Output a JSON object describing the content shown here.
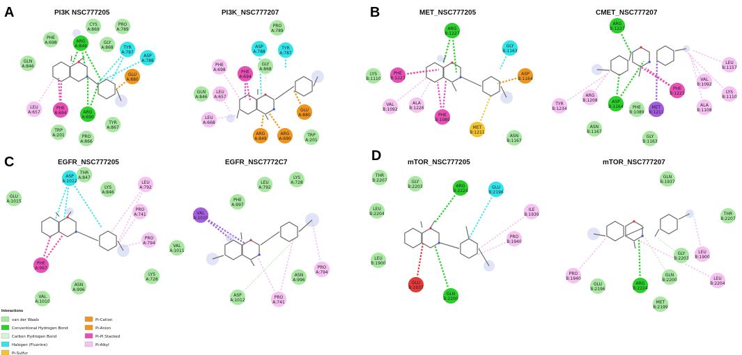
{
  "colors": {
    "vdw": "#a9e7a3",
    "hbond": "#2bd02b",
    "carbon_hbond": "#d6f4d2",
    "halogen": "#30e6ea",
    "pi_sulfur": "#f4c430",
    "pi_cation": "#f0961e",
    "pi_anion": "#f0961e",
    "pi_pi_stacked": "#e94fb6",
    "pi_alkyl": "#f6c2f1",
    "pi_sigma": "#a45de0",
    "unfavorable": "#e43a3a",
    "ligand": "#6a6a6a",
    "halo": "#c9ccee"
  },
  "panels": [
    {
      "letter": "A",
      "title_left": "PI3K  NSC777205",
      "title_right": "PI3K_NSC777207"
    },
    {
      "letter": "B",
      "title_left": "MET_NSC777205",
      "title_right": "CMET_NSC777207"
    },
    {
      "letter": "C",
      "title_left": "EGFR_NSC777205",
      "title_right": "EGFR_NSC7772C7"
    },
    {
      "letter": "D",
      "title_left": "mTOR_NSC777205",
      "title_right": "mTOR_NSC777207"
    }
  ],
  "legend": {
    "heading": "Interactions",
    "items": [
      {
        "label": "van der Waals",
        "type": "vdw"
      },
      {
        "label": "Conventional Hydrogen Bond",
        "type": "hbond"
      },
      {
        "label": "Carbon Hydrogen Bond",
        "type": "carbon_hbond"
      },
      {
        "label": "Halogen (Fluorine)",
        "type": "halogen"
      },
      {
        "label": "Pi-Sulfur",
        "type": "pi_sulfur"
      },
      {
        "label": "Pi-Cation",
        "type": "pi_cation"
      },
      {
        "label": "Pi-Anion",
        "type": "pi_anion"
      },
      {
        "label": "Pi-Pi Stacked",
        "type": "pi_pi_stacked"
      },
      {
        "label": "Pi-Alkyl",
        "type": "pi_alkyl"
      }
    ]
  },
  "diagrams": [
    {
      "id": "A-left",
      "residues": [
        {
          "l1": "PHE",
          "l2": "A:698",
          "type": "vdw"
        },
        {
          "l1": "CYS",
          "l2": "A:869",
          "type": "vdw"
        },
        {
          "l1": "PRO",
          "l2": "A:789",
          "type": "vdw"
        },
        {
          "l1": "GLY",
          "l2": "A:868",
          "type": "vdw"
        },
        {
          "l1": "ARG",
          "l2": "A:849",
          "type": "hbond"
        },
        {
          "l1": "TYR",
          "l2": "A:787",
          "type": "halogen"
        },
        {
          "l1": "ASP",
          "l2": "A:788",
          "type": "halogen"
        },
        {
          "l1": "GLN",
          "l2": "A:846",
          "type": "vdw"
        },
        {
          "l1": "GLU",
          "l2": "A:880",
          "type": "pi_cation"
        },
        {
          "l1": "LEU",
          "l2": "A:657",
          "type": "pi_alkyl"
        },
        {
          "l1": "PHE",
          "l2": "A:694",
          "type": "pi_pi_stacked"
        },
        {
          "l1": "ARG",
          "l2": "A:690",
          "type": "hbond"
        },
        {
          "l1": "TYR",
          "l2": "A:867",
          "type": "vdw"
        },
        {
          "l1": "TRP",
          "l2": "A:201",
          "type": "vdw"
        },
        {
          "l1": "PRO",
          "l2": "A:866",
          "type": "vdw"
        }
      ]
    },
    {
      "id": "A-right",
      "residues": [
        {
          "l1": "PRO",
          "l2": "A:789",
          "type": "vdw"
        },
        {
          "l1": "ASP",
          "l2": "A:788",
          "type": "halogen"
        },
        {
          "l1": "TYR",
          "l2": "A:787",
          "type": "halogen"
        },
        {
          "l1": "GLY",
          "l2": "A:868",
          "type": "vdw"
        },
        {
          "l1": "PHE",
          "l2": "A:698",
          "type": "pi_alkyl"
        },
        {
          "l1": "PHE",
          "l2": "A:694",
          "type": "pi_pi_stacked"
        },
        {
          "l1": "GLN",
          "l2": "A:846",
          "type": "vdw"
        },
        {
          "l1": "LEU",
          "l2": "A:657",
          "type": "pi_alkyl"
        },
        {
          "l1": "LEU",
          "l2": "A:668",
          "type": "pi_alkyl"
        },
        {
          "l1": "ARG",
          "l2": "A:849",
          "type": "pi_cation"
        },
        {
          "l1": "ARG",
          "l2": "A:690",
          "type": "pi_cation"
        },
        {
          "l1": "GLU",
          "l2": "A:880",
          "type": "pi_cation"
        },
        {
          "l1": "TRP",
          "l2": "A:201",
          "type": "vdw"
        }
      ]
    },
    {
      "id": "B-left",
      "residues": [
        {
          "l1": "ARG",
          "l2": "B:1227",
          "type": "hbond"
        },
        {
          "l1": "GLY",
          "l2": "B:1163",
          "type": "halogen"
        },
        {
          "l1": "LYS",
          "l2": "B:1110",
          "type": "vdw"
        },
        {
          "l1": "PHE",
          "l2": "B:1223",
          "type": "pi_pi_stacked"
        },
        {
          "l1": "ASP",
          "l2": "B:1164",
          "type": "pi_cation"
        },
        {
          "l1": "VAL",
          "l2": "B:1092",
          "type": "pi_alkyl"
        },
        {
          "l1": "ALA",
          "l2": "B:1226",
          "type": "pi_alkyl"
        },
        {
          "l1": "PHE",
          "l2": "B:1089",
          "type": "pi_pi_stacked"
        },
        {
          "l1": "MET",
          "l2": "B:1211",
          "type": "pi_sulfur"
        },
        {
          "l1": "ASN",
          "l2": "B:1167",
          "type": "vdw"
        }
      ]
    },
    {
      "id": "B-right",
      "residues": [
        {
          "l1": "ARG",
          "l2": "B:1227",
          "type": "hbond"
        },
        {
          "l1": "LEU",
          "l2": "B:1157",
          "type": "pi_alkyl"
        },
        {
          "l1": "VAL",
          "l2": "B:1092",
          "type": "pi_alkyl"
        },
        {
          "l1": "LYS",
          "l2": "B:1110",
          "type": "pi_alkyl"
        },
        {
          "l1": "ARG",
          "l2": "B:1208",
          "type": "pi_alkyl"
        },
        {
          "l1": "PHE",
          "l2": "B:1223",
          "type": "pi_pi_stacked"
        },
        {
          "l1": "TYR",
          "l2": "B:1234",
          "type": "pi_alkyl"
        },
        {
          "l1": "ASP",
          "l2": "B:1164",
          "type": "hbond"
        },
        {
          "l1": "PHE",
          "l2": "B:1089",
          "type": "vdw"
        },
        {
          "l1": "MET",
          "l2": "B:1211",
          "type": "pi_sigma"
        },
        {
          "l1": "ALA",
          "l2": "B:1108",
          "type": "pi_alkyl"
        },
        {
          "l1": "ASN",
          "l2": "B:1167",
          "type": "vdw"
        },
        {
          "l1": "GLY",
          "l2": "B:1163",
          "type": "vdw"
        }
      ]
    },
    {
      "id": "C-left",
      "residues": [
        {
          "l1": "THR",
          "l2": "A:847",
          "type": "vdw"
        },
        {
          "l1": "LEU",
          "l2": "A:792",
          "type": "pi_alkyl"
        },
        {
          "l1": "GLU",
          "l2": "A:1015",
          "type": "vdw"
        },
        {
          "l1": "ASP",
          "l2": "A:1012",
          "type": "halogen"
        },
        {
          "l1": "LYS",
          "l2": "A:846",
          "type": "vdw"
        },
        {
          "l1": "PRO",
          "l2": "A:741",
          "type": "pi_alkyl"
        },
        {
          "l1": "PRO",
          "l2": "A:794",
          "type": "pi_alkyl"
        },
        {
          "l1": "VAL",
          "l2": "A:1011",
          "type": "vdw"
        },
        {
          "l1": "PHE",
          "l2": "A:997",
          "type": "pi_pi_stacked"
        },
        {
          "l1": "LYS",
          "l2": "A:728",
          "type": "vdw"
        },
        {
          "l1": "ASN",
          "l2": "A:996",
          "type": "vdw"
        },
        {
          "l1": "VAL",
          "l2": "A:1010",
          "type": "vdw"
        }
      ]
    },
    {
      "id": "C-right",
      "residues": [
        {
          "l1": "LYS",
          "l2": "A:728",
          "type": "vdw"
        },
        {
          "l1": "LEU",
          "l2": "A:792",
          "type": "vdw"
        },
        {
          "l1": "PHE",
          "l2": "A:997",
          "type": "vdw"
        },
        {
          "l1": "VAL",
          "l2": "A:1010",
          "type": "pi_sigma"
        },
        {
          "l1": "ASN",
          "l2": "A:996",
          "type": "vdw"
        },
        {
          "l1": "PRO",
          "l2": "A:794",
          "type": "pi_alkyl"
        },
        {
          "l1": "ASP",
          "l2": "A:1012",
          "type": "vdw"
        },
        {
          "l1": "PRO",
          "l2": "A:741",
          "type": "pi_alkyl"
        }
      ]
    },
    {
      "id": "D-left",
      "residues": [
        {
          "l1": "THR",
          "l2": "B:2207",
          "type": "vdw"
        },
        {
          "l1": "GLY",
          "l2": "B:2203",
          "type": "vdw"
        },
        {
          "l1": "ARG",
          "l2": "B:2224",
          "type": "hbond"
        },
        {
          "l1": "GLU",
          "l2": "B:2196",
          "type": "halogen"
        },
        {
          "l1": "LEU",
          "l2": "B:2204",
          "type": "vdw"
        },
        {
          "l1": "ILE",
          "l2": "B:1939",
          "type": "pi_alkyl"
        },
        {
          "l1": "PRO",
          "l2": "B:1940",
          "type": "pi_alkyl"
        },
        {
          "l1": "LEU",
          "l2": "B:1900",
          "type": "vdw"
        },
        {
          "l1": "GLU",
          "l2": "B:1937",
          "type": "unfavorable"
        },
        {
          "l1": "GLN",
          "l2": "B:2200",
          "type": "hbond"
        }
      ]
    },
    {
      "id": "D-right",
      "residues": [
        {
          "l1": "GLN",
          "l2": "B:1937",
          "type": "vdw"
        },
        {
          "l1": "THR",
          "l2": "B:2207",
          "type": "vdw"
        },
        {
          "l1": "GLY",
          "l2": "B:2203",
          "type": "vdw"
        },
        {
          "l1": "LEU",
          "l2": "B:1900",
          "type": "pi_alkyl"
        },
        {
          "l1": "PRO",
          "l2": "B:1940",
          "type": "pi_alkyl"
        },
        {
          "l1": "GLN",
          "l2": "B:2200",
          "type": "vdw"
        },
        {
          "l1": "LEU",
          "l2": "B:2204",
          "type": "pi_alkyl"
        },
        {
          "l1": "GLU",
          "l2": "B:2196",
          "type": "vdw"
        },
        {
          "l1": "ARG",
          "l2": "B:2224",
          "type": "hbond"
        },
        {
          "l1": "MET",
          "l2": "B:2199",
          "type": "vdw"
        }
      ]
    }
  ]
}
